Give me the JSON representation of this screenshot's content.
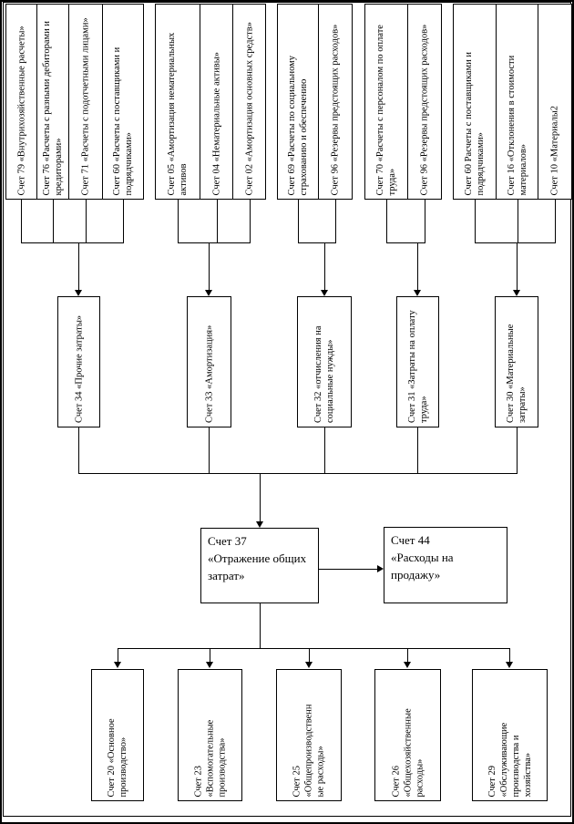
{
  "top_groups": [
    [
      "Счет 79 «Внутрихозяйственные расчеты»",
      "Счет 76 «Расчеты с разными  дебиторами и\nкредиторами»",
      "Счет 71 «Расчеты с подотчетными лицами»",
      "Счет 60 «Расчеты с поставщиками и\nподрядчиками»"
    ],
    [
      "Счет 05 «Амортизация нематериальных\nактивов",
      "Счет 04 «Нематериальные  активы»",
      "Счет 02 «Амортизация основных средств»"
    ],
    [
      "Счет 69 «Расчеты по социальному\nстрахованию  и обеспечению",
      "Счет 96 «Резервы предстоящих расходов»"
    ],
    [
      "Счет 70 «Расчеты с персоналом по оплате\nтруда»",
      "Счет 96 «Резервы предстоящих расходов»"
    ],
    [
      "Счет 60 Расчеты с поставщиками и\nподрядчиками»",
      "Счет 16 «Отклонения в стоимости\nматериалов»",
      "Счет 10 «Материалы2"
    ]
  ],
  "middle_row": [
    "Счет 34 «Прочие затраты»",
    "Счет 33 «Амортизация»",
    "Счет 32 «отчисления на\nсоциальные нужды»",
    "Счет 31 «Затраты на оплату\nтруда»",
    "Счет 30 «Материальные\nзатраты»"
  ],
  "center": {
    "general_costs": "Счет 37\n«Отражение общих\nзатрат»",
    "selling_expenses": "Счет 44\n«Расходы на\nпродажу»"
  },
  "bottom_row": [
    "Счет 20 «Основное\nпроизводство»",
    "Счет 23\n«Вспомогательные\nпроизводства»",
    "Счет 25\n«Общепроизводственн\nые расходы»",
    "Счет 26\n«Общехозяйственные\nрасходы»",
    "Счет 29\n«Обслуживающие\nпроизводства и\nхозяйства»"
  ],
  "colors": {
    "line": "#000000",
    "background": "#ffffff"
  }
}
